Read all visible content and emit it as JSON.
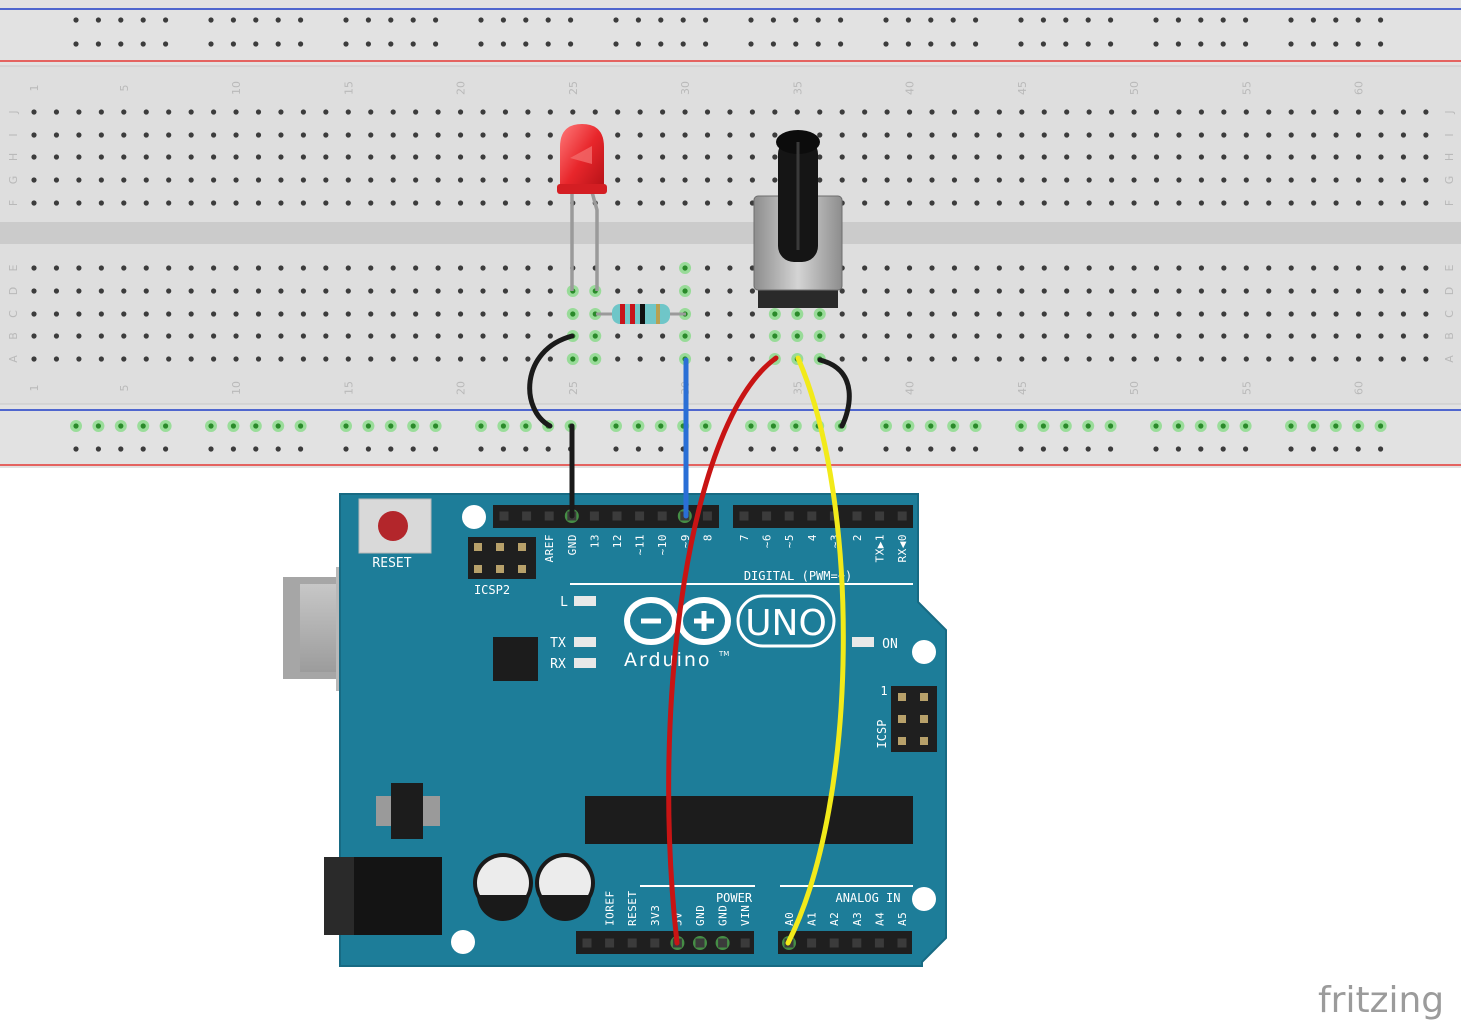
{
  "breadboard": {
    "column_numbers": [
      "1",
      "5",
      "10",
      "15",
      "20",
      "25",
      "30",
      "35",
      "40",
      "45",
      "50",
      "55",
      "60"
    ],
    "row_letters_top": [
      "J",
      "I",
      "H",
      "G",
      "F"
    ],
    "row_letters_bottom": [
      "E",
      "D",
      "C",
      "B",
      "A"
    ]
  },
  "board": {
    "reset_label": "RESET",
    "icsp2_label": "ICSP2",
    "icsp_label": "ICSP",
    "icsp_pin1_label": "1",
    "digital_label": "DIGITAL (PWM=~)",
    "digital_pins": [
      "AREF",
      "GND",
      "13",
      "12",
      "~11",
      "~10",
      "~9",
      "8",
      "7",
      "~6",
      "~5",
      "4",
      "~3",
      "2",
      "TX▶1",
      "RX◀0"
    ],
    "led_labels": {
      "l": "L",
      "tx": "TX",
      "rx": "RX",
      "on": "ON"
    },
    "logo_text": "Arduino",
    "logo_tm": "TM",
    "uno_text": "UNO",
    "power_label": "POWER",
    "power_pins": [
      "IOREF",
      "RESET",
      "3V3",
      "5V",
      "GND",
      "GND",
      "VIN"
    ],
    "analog_label": "ANALOG IN",
    "analog_pins": [
      "A0",
      "A1",
      "A2",
      "A3",
      "A4",
      "A5"
    ]
  },
  "watermark": "fritzing",
  "colors": {
    "board": "#1d7d99",
    "board_edge": "#176a83",
    "breadboard": "#dedede",
    "rail_red": "#e53935",
    "rail_blue": "#1e3cc8",
    "wire_black": "#1a1a1a",
    "wire_blue": "#2a6fd6",
    "wire_red": "#c81414",
    "wire_yellow": "#f2ea1a",
    "led_red": "#e8262b",
    "connected_green": "#5fd85f"
  }
}
